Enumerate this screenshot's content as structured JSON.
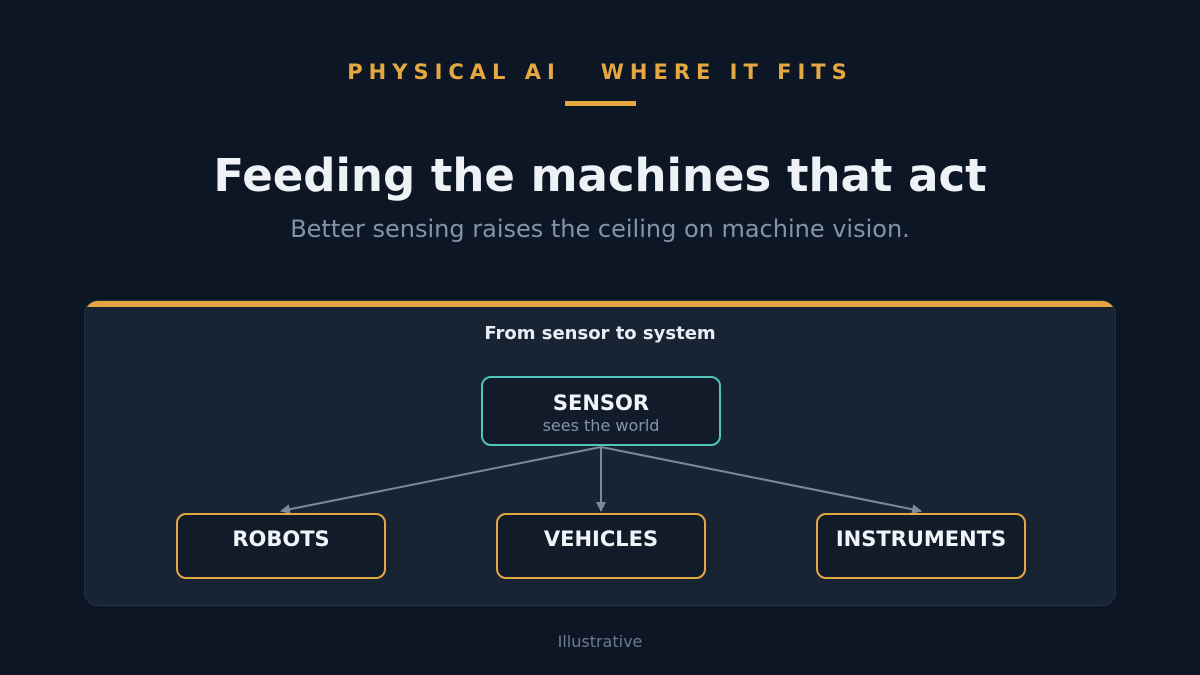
{
  "header": {
    "kicker_left": "PHYSICAL AI",
    "kicker_right": "WHERE IT FITS",
    "title": "Feeding the machines that act",
    "subtitle": "Better sensing raises the ceiling on machine vision."
  },
  "diagram": {
    "heading": "From sensor to system",
    "source": {
      "title": "SENSOR",
      "subtitle": "sees the world"
    },
    "targets": [
      {
        "title": "ROBOTS"
      },
      {
        "title": "VEHICLES"
      },
      {
        "title": "INSTRUMENTS"
      }
    ]
  },
  "footer": {
    "note": "Illustrative"
  },
  "colors": {
    "background": "#0c1624",
    "accent": "#e5a840",
    "source_border": "#4ec5b8",
    "connector": "#7b8a9b",
    "panel": "#182434"
  }
}
